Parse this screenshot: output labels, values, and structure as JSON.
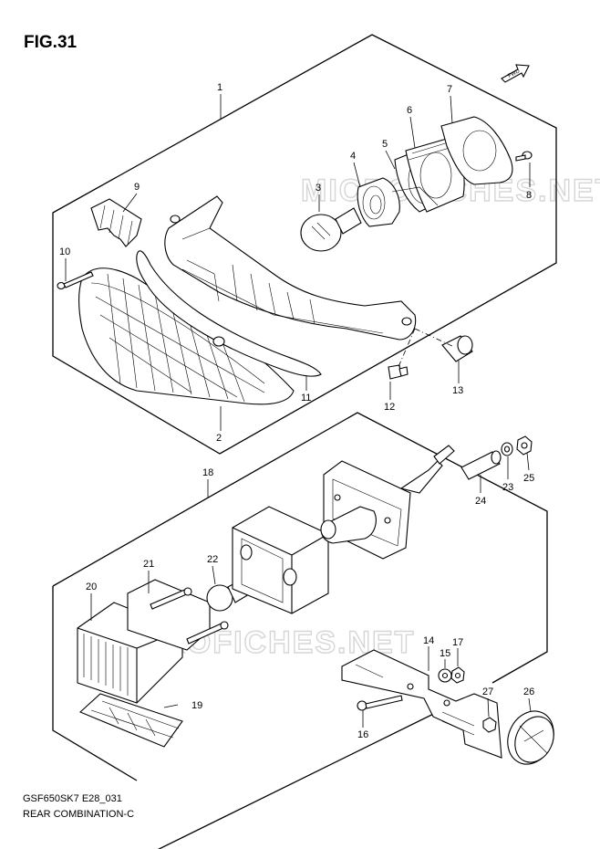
{
  "figure": {
    "title": "FIG.31",
    "model_code": "GSF650SK7 E28_031",
    "section_name": "REAR COMBINATION-C",
    "fwd_label": "FWD",
    "watermark": "MICROFICHES.NET"
  },
  "callouts": {
    "c1": "1",
    "c2": "2",
    "c3": "3",
    "c4": "4",
    "c5": "5",
    "c6": "6",
    "c7": "7",
    "c8": "8",
    "c9": "9",
    "c10": "10",
    "c11": "11",
    "c12": "12",
    "c13": "13",
    "c14": "14",
    "c15": "15",
    "c16": "16",
    "c17": "17",
    "c18": "18",
    "c19": "19",
    "c20": "20",
    "c21": "21",
    "c22": "22",
    "c23": "23",
    "c24": "24",
    "c25": "25",
    "c26": "26",
    "c27": "27"
  }
}
